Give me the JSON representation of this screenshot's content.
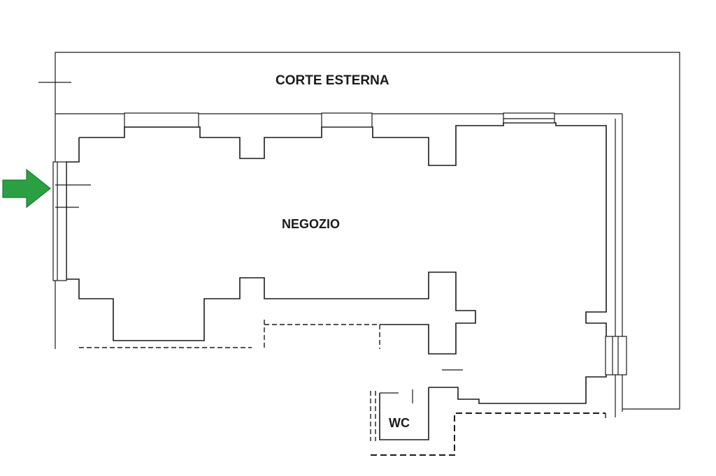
{
  "labels": {
    "outer_court": "CORTE ESTERNA",
    "shop": "NEGOZIO",
    "wc": "WC"
  },
  "colors": {
    "entrance_arrow": "#2aa043",
    "lines": "#1a1a1a",
    "background": "#ffffff"
  },
  "icons": {
    "entrance": "arrow-right-icon"
  }
}
